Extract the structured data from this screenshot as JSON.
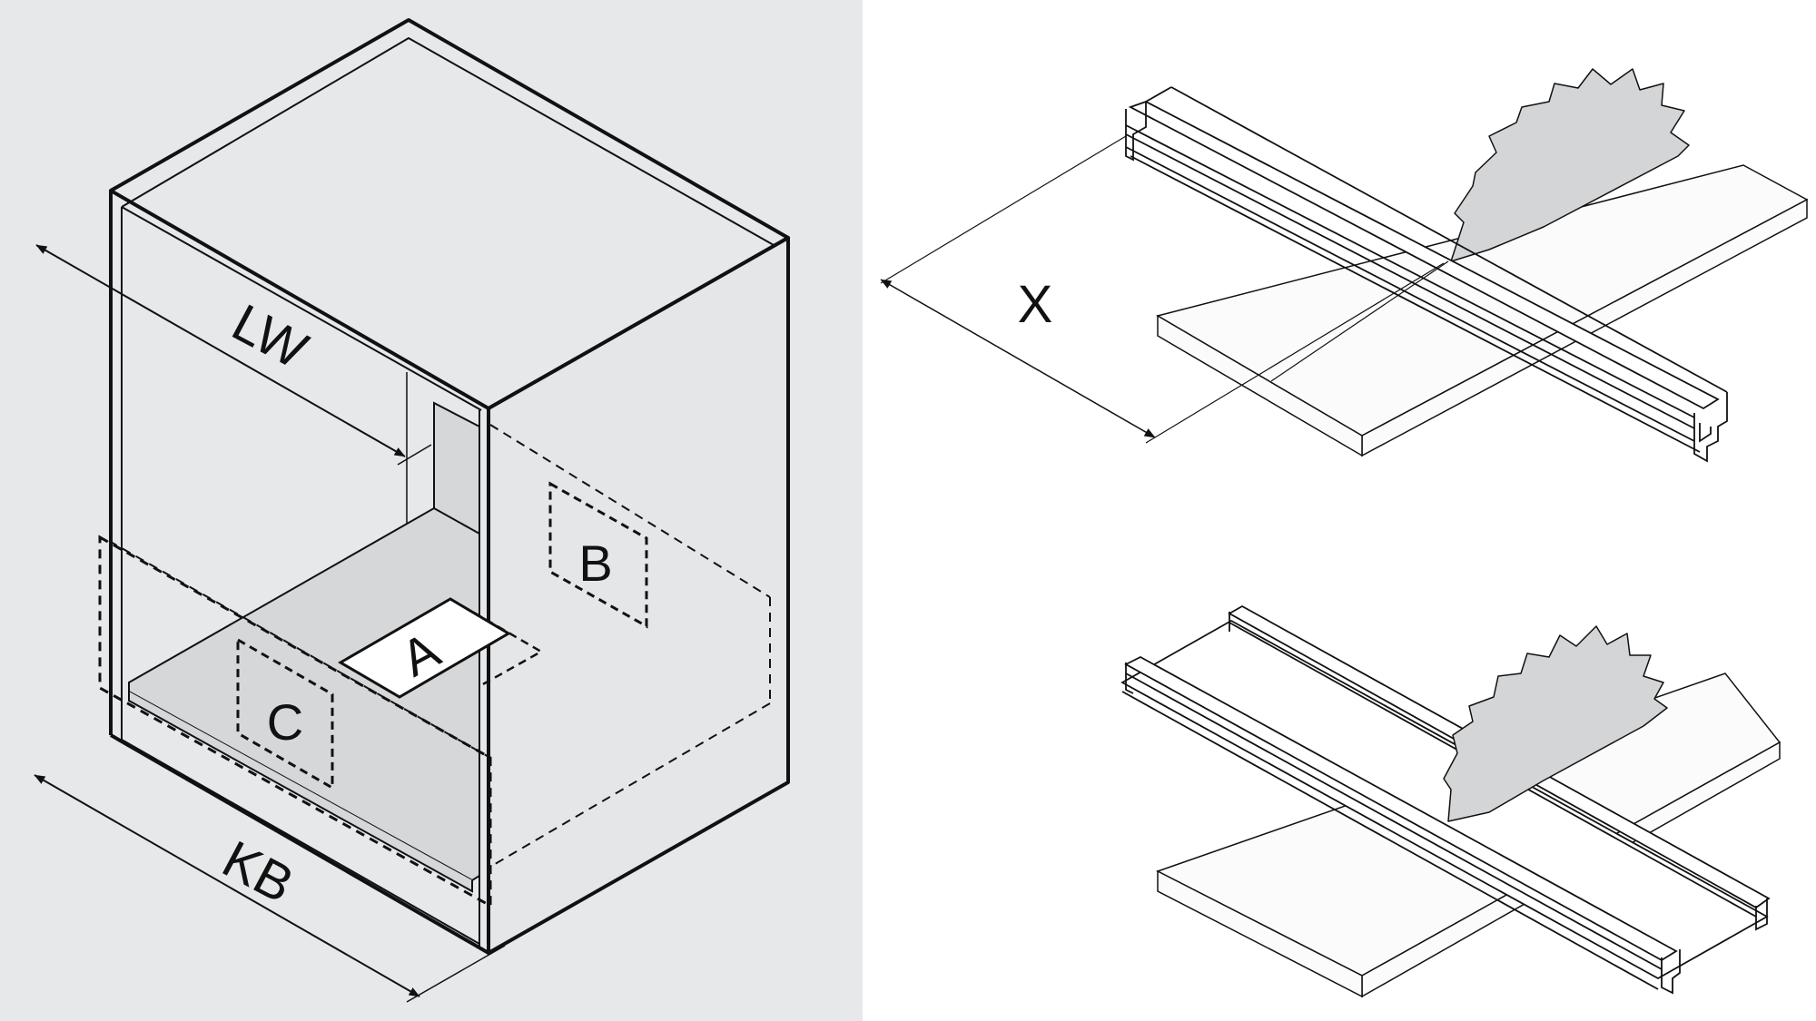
{
  "colors": {
    "left_panel_bg": "#e7e8ea",
    "right_panel_bg": "#ffffff",
    "line": "#111111",
    "shelf_fill": "#d6d7d9",
    "blade_fill": "#d3d5d7"
  },
  "left_panel": {
    "dimension_labels": {
      "inner_width": "LW",
      "cabinet_width": "KB"
    },
    "zone_labels": {
      "a": "A",
      "b": "B",
      "c": "C"
    }
  },
  "right_panel": {
    "dimension_label": "X",
    "icons": [
      "circular-saw-blade-icon",
      "aluminium-rail-profile-icon",
      "board-icon"
    ]
  }
}
